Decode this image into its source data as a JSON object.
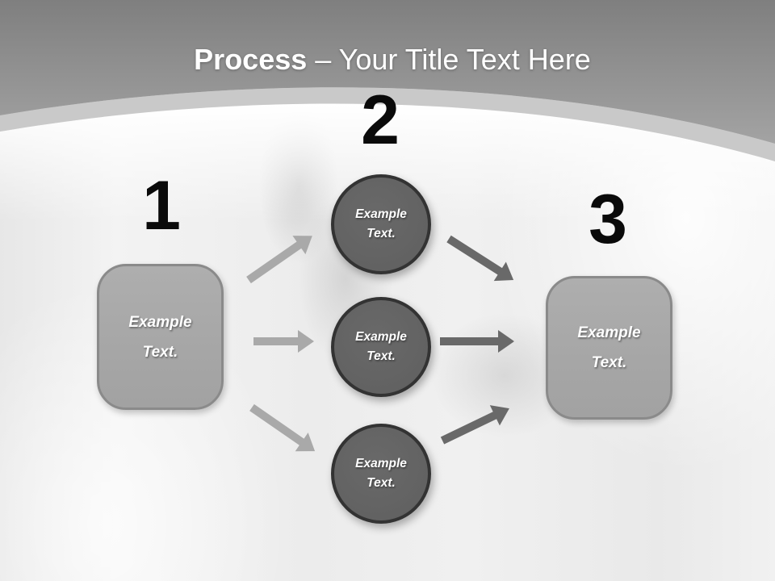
{
  "title": {
    "emphasis": "Process",
    "rest": " – Your Title Text Here"
  },
  "steps": {
    "left": {
      "number": "1",
      "label": "Example Text."
    },
    "middle": {
      "number": "2",
      "circles": [
        {
          "label": "Example Text."
        },
        {
          "label": "Example Text."
        },
        {
          "label": "Example Text."
        }
      ]
    },
    "right": {
      "number": "3",
      "label": "Example Text."
    }
  },
  "colors": {
    "header_gradient_top": "#7f7f7f",
    "header_gradient_bottom": "#a3a3a3",
    "curve_band": "#c9c9c9",
    "box_fill": "#a9a9a9",
    "box_border": "#8a8a8a",
    "circle_fill": "#626262",
    "circle_border": "#333333",
    "arrow_light": "#a9a9a9",
    "arrow_dark": "#696969",
    "number_text": "#0a0a0a",
    "label_text": "#ffffff",
    "background": "#eeeeee"
  }
}
